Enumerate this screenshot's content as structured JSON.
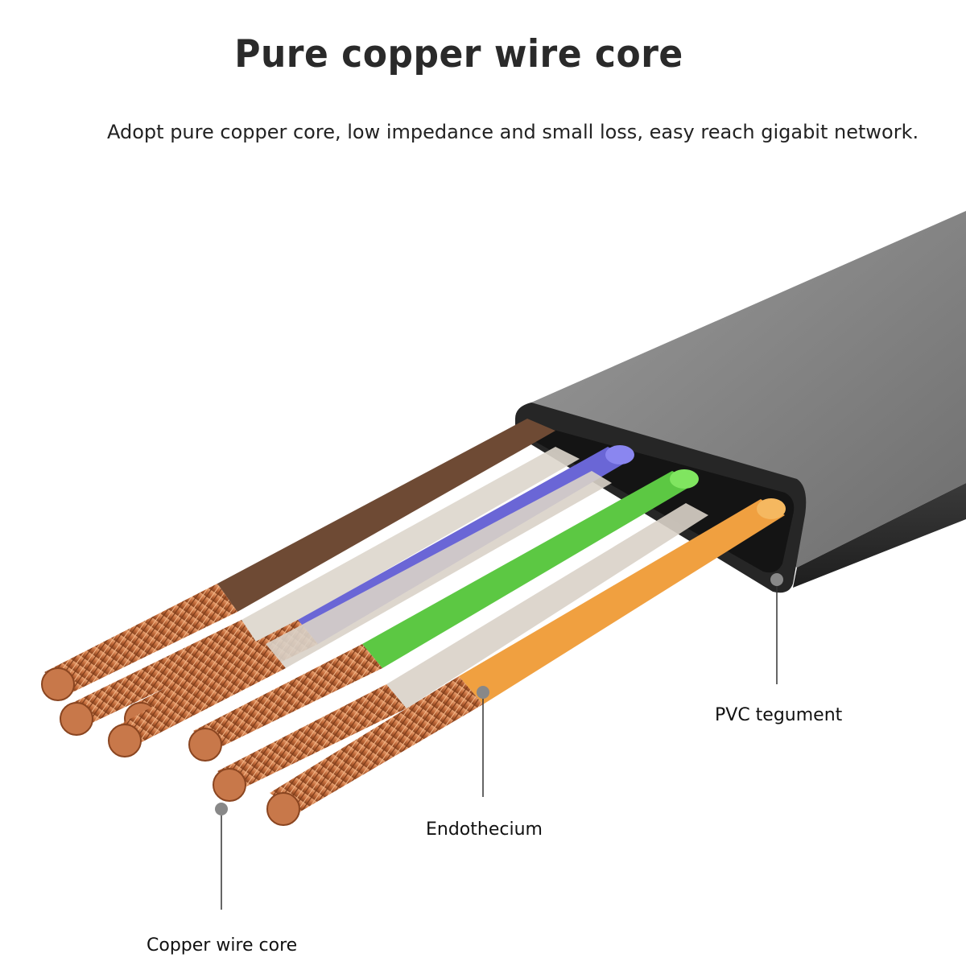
{
  "title": "Pure copper wire core",
  "subtitle": "Adopt pure copper core, low impedance and small loss, easy reach gigabit network.",
  "callouts": {
    "pvc": "PVC tegument",
    "endothecium": "Endothecium",
    "copper_core": "Copper wire core"
  },
  "colors": {
    "jacket": "#4a4a4a",
    "copper": "#c8784a",
    "wire_brown": "#6e4a34",
    "wire_blue": "#6a66d6",
    "wire_green": "#5cc843",
    "wire_orange": "#f0a040",
    "wire_clear": "#d9d2c8"
  }
}
